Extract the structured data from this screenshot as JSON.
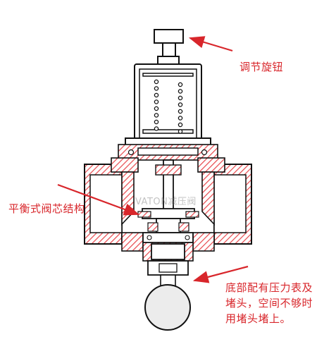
{
  "labels": {
    "knob": "调节旋钮",
    "valve_core": "平衡式阀芯结构",
    "bottom_note": "底部配有压力表及\n堵头，空间不够时\n用堵头堵上。"
  },
  "watermark": "VATON减压阀",
  "colors": {
    "section_hatch": "#e8474b",
    "outline": "#111111",
    "label_text": "#d8262b",
    "arrow": "#d8262b",
    "gauge_fill": "#ececec"
  }
}
